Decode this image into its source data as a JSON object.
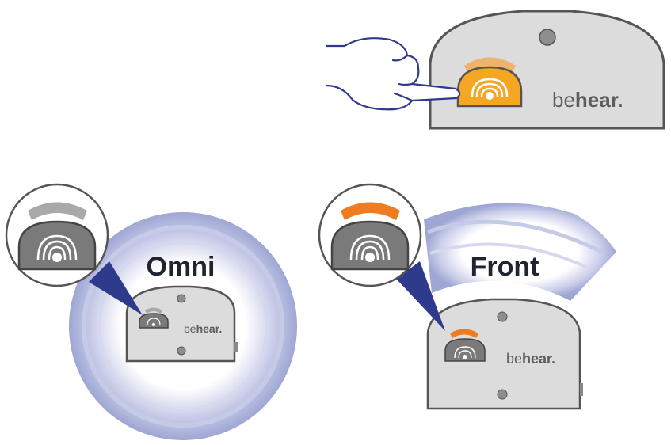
{
  "brand": {
    "prefix": "be",
    "suffix": "hear."
  },
  "modes": {
    "omni": {
      "label": "Omni",
      "indicator_color": "#a9a9a9"
    },
    "front": {
      "label": "Front",
      "indicator_color": "#f07c22"
    }
  },
  "colors": {
    "device_body": "#dcdcdc",
    "device_outline": "#555555",
    "button_active": "#f5a623",
    "button_active_highlight": "#f7b63c",
    "button_inactive": "#7a7a7a",
    "sound_field": "#9ea6d3",
    "callout_pointer": "#2e3a8c"
  },
  "icons": {
    "hand": "pointing-hand-icon",
    "mode_button": "microphone-mode-button-icon"
  }
}
